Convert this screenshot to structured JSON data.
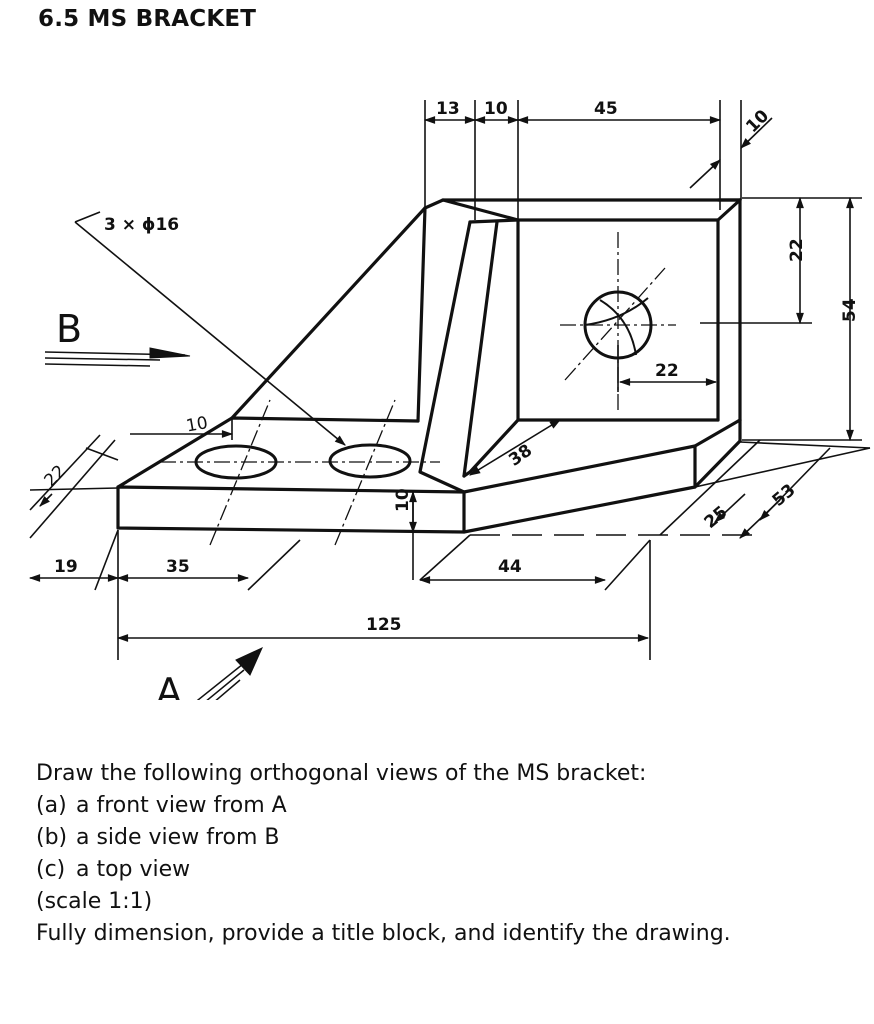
{
  "heading": "6.5 MS BRACKET",
  "drawing": {
    "hole_callout": "3 × ϕ16",
    "view_labels": {
      "a": "A",
      "b": "B"
    },
    "dimensions": {
      "d13": "13",
      "d10_top": "10",
      "d45": "45",
      "d10_edge": "10",
      "d22_right": "22",
      "d54": "54",
      "d22_hole": "22",
      "d38": "38",
      "d10_left": "10",
      "d22_left": "22",
      "d10_base": "10",
      "d53": "53",
      "d25": "25",
      "d19": "19",
      "d35": "35",
      "d44": "44",
      "d125": "125"
    }
  },
  "instructions": {
    "intro": "Draw the following orthogonal views of the MS bracket:",
    "items": [
      {
        "mark": "(a)",
        "text": "a front view from A"
      },
      {
        "mark": "(b)",
        "text": "a side view from B"
      },
      {
        "mark": "(c)",
        "text": "a top view"
      }
    ],
    "scale": "(scale 1:1)",
    "closing": "Fully dimension, provide a title block, and identify the drawing."
  }
}
